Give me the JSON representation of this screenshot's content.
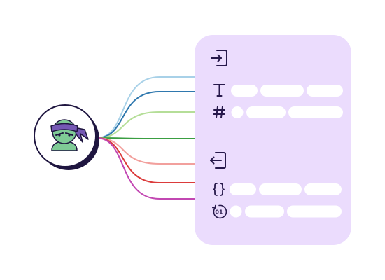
{
  "diagram": {
    "node": {
      "kind": "ninja-mascot",
      "icon": "ninja-avatar-icon"
    },
    "card": {
      "background": "#EBDCFD",
      "sections": [
        {
          "role": "inputs",
          "icon": "input-arrow-icon",
          "rows": [
            {
              "icon": "text-type-icon",
              "glyph": "T"
            },
            {
              "icon": "number-type-icon",
              "glyph": "#"
            }
          ]
        },
        {
          "role": "outputs",
          "icon": "output-arrow-icon",
          "rows": [
            {
              "icon": "object-type-icon",
              "glyph": "{}"
            },
            {
              "icon": "binary-type-icon",
              "glyph": "01"
            }
          ]
        }
      ]
    },
    "connectors": [
      {
        "target": "input-header",
        "color": "#A8D1E8"
      },
      {
        "target": "text-row",
        "color": "#2F78AE"
      },
      {
        "target": "number-row",
        "color": "#B5DE98"
      },
      {
        "target": "section-divider",
        "color": "#3A9E42"
      },
      {
        "target": "output-header",
        "color": "#F2A09D"
      },
      {
        "target": "object-row",
        "color": "#DB3B3B"
      },
      {
        "target": "binary-row",
        "color": "#C247B2"
      }
    ],
    "ink_color": "#27194B"
  }
}
